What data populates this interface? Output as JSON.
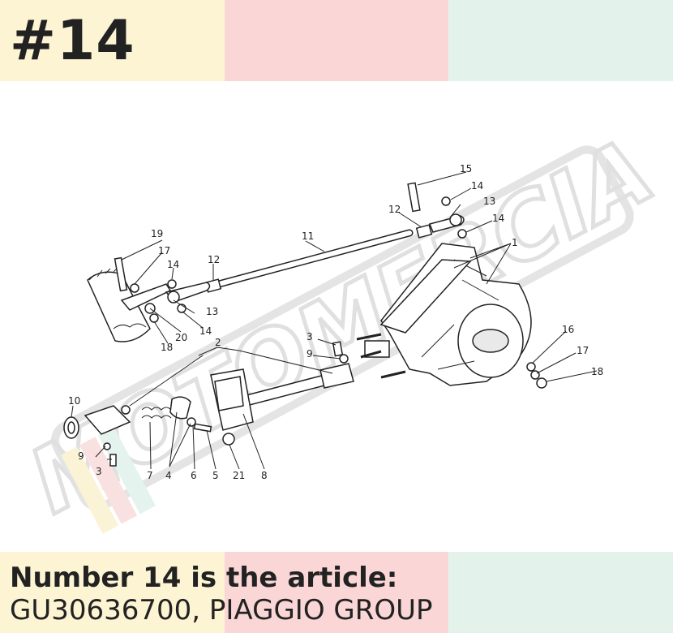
{
  "header": {
    "title": "#14",
    "colors": [
      "#fdf4d3",
      "#fbd6d6",
      "#e3f3ec"
    ]
  },
  "watermark": {
    "text": "MOTOMERCIA"
  },
  "callouts": [
    "1",
    "2",
    "3",
    "3",
    "4",
    "5",
    "6",
    "7",
    "8",
    "9",
    "9",
    "10",
    "11",
    "12",
    "12",
    "13",
    "13",
    "14",
    "14",
    "14",
    "14",
    "15",
    "16",
    "17",
    "17",
    "18",
    "18",
    "19",
    "20",
    "21"
  ],
  "caption": {
    "line1": "Number 14 is the article:",
    "line2": "GU30636700, PIAGGIO GROUP"
  }
}
